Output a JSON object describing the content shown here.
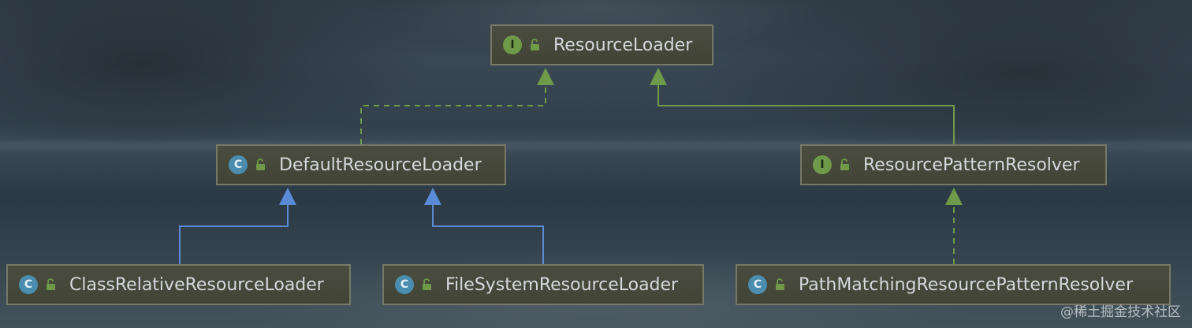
{
  "colors": {
    "implements_edge": "#6f9a4a",
    "extends_edge": "#5b8bd6",
    "interface_badge": "#6f9a4a",
    "class_badge": "#4b8dae"
  },
  "nodes": {
    "resource_loader": {
      "label": "ResourceLoader",
      "badge": "I",
      "kind": "interface"
    },
    "default_resource_loader": {
      "label": "DefaultResourceLoader",
      "badge": "C",
      "kind": "class"
    },
    "resource_pattern_resolver": {
      "label": "ResourcePatternResolver",
      "badge": "I",
      "kind": "interface"
    },
    "class_relative_resource_loader": {
      "label": "ClassRelativeResourceLoader",
      "badge": "C",
      "kind": "class"
    },
    "file_system_resource_loader": {
      "label": "FileSystemResourceLoader",
      "badge": "C",
      "kind": "class"
    },
    "path_matching_resource_pattern_resolver": {
      "label": "PathMatchingResourcePatternResolver",
      "badge": "C",
      "kind": "class"
    }
  },
  "edges": [
    {
      "from": "DefaultResourceLoader",
      "to": "ResourceLoader",
      "type": "implements",
      "style": "dashed"
    },
    {
      "from": "ResourcePatternResolver",
      "to": "ResourceLoader",
      "type": "extends",
      "style": "solid"
    },
    {
      "from": "ClassRelativeResourceLoader",
      "to": "DefaultResourceLoader",
      "type": "extends",
      "style": "solid"
    },
    {
      "from": "FileSystemResourceLoader",
      "to": "DefaultResourceLoader",
      "type": "extends",
      "style": "solid"
    },
    {
      "from": "PathMatchingResourcePatternResolver",
      "to": "ResourcePatternResolver",
      "type": "implements",
      "style": "dashed"
    }
  ],
  "icons": {
    "interface_badge": "interface-icon",
    "class_badge": "class-icon",
    "visibility": "unlocked-icon"
  },
  "watermark": "@稀土掘金技术社区"
}
